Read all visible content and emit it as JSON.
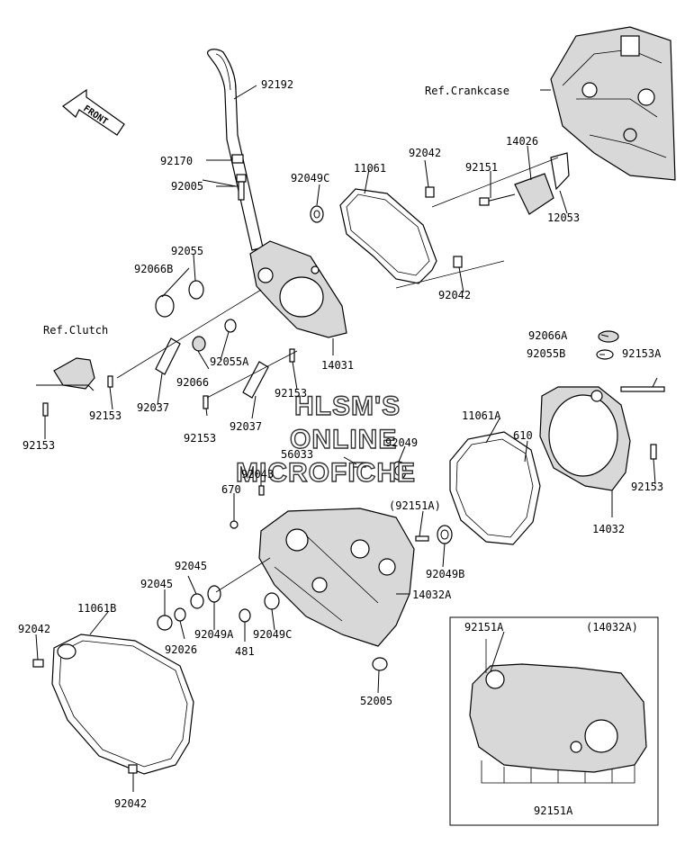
{
  "colors": {
    "background": "#ffffff",
    "ink": "#000000",
    "watermark_fill": "#ffffff",
    "watermark_stroke": "#333333"
  },
  "front_arrow": {
    "label": "FRONT"
  },
  "watermark": {
    "line1": "HLSM'S",
    "line2": "ONLINE",
    "line3": "MICROFICHE"
  },
  "references": {
    "crankcase": "Ref.Crankcase",
    "clutch": "Ref.Clutch"
  },
  "inset": {
    "title": "(14032A)",
    "top_label": "92151A",
    "bottom_label": "92151A"
  },
  "part_labels": {
    "p92192": "92192",
    "p92170": "92170",
    "p92005": "92005",
    "p92049C_top": "92049C",
    "p11061": "11061",
    "p92042_top": "92042",
    "p14026": "14026",
    "p92151": "92151",
    "p12053": "12053",
    "p92055": "92055",
    "p92066B": "92066B",
    "p92042_mid": "92042",
    "p92055A": "92055A",
    "p14031": "14031",
    "p92066": "92066",
    "p92037_a": "92037",
    "p92153_a": "92153",
    "p92153_b": "92153",
    "p92153_c": "92153",
    "p92037_b": "92037",
    "p92153_d": "92153",
    "p92066A": "92066A",
    "p92055B": "92055B",
    "p92153A": "92153A",
    "p11061A": "11061A",
    "p610": "610",
    "p92153_e": "92153",
    "p14032": "14032",
    "p56033": "56033",
    "p92049": "92049",
    "p92043": "92043",
    "p670": "670",
    "p92151A_paren": "(92151A)",
    "p92049B": "92049B",
    "p92045_a": "92045",
    "p92045_b": "92045",
    "p14032A": "14032A",
    "p11061B": "11061B",
    "p92042_left": "92042",
    "p92026": "92026",
    "p92049A": "92049A",
    "p481": "481",
    "p92049C_low": "92049C",
    "p52005": "52005",
    "p92042_bottom": "92042"
  }
}
